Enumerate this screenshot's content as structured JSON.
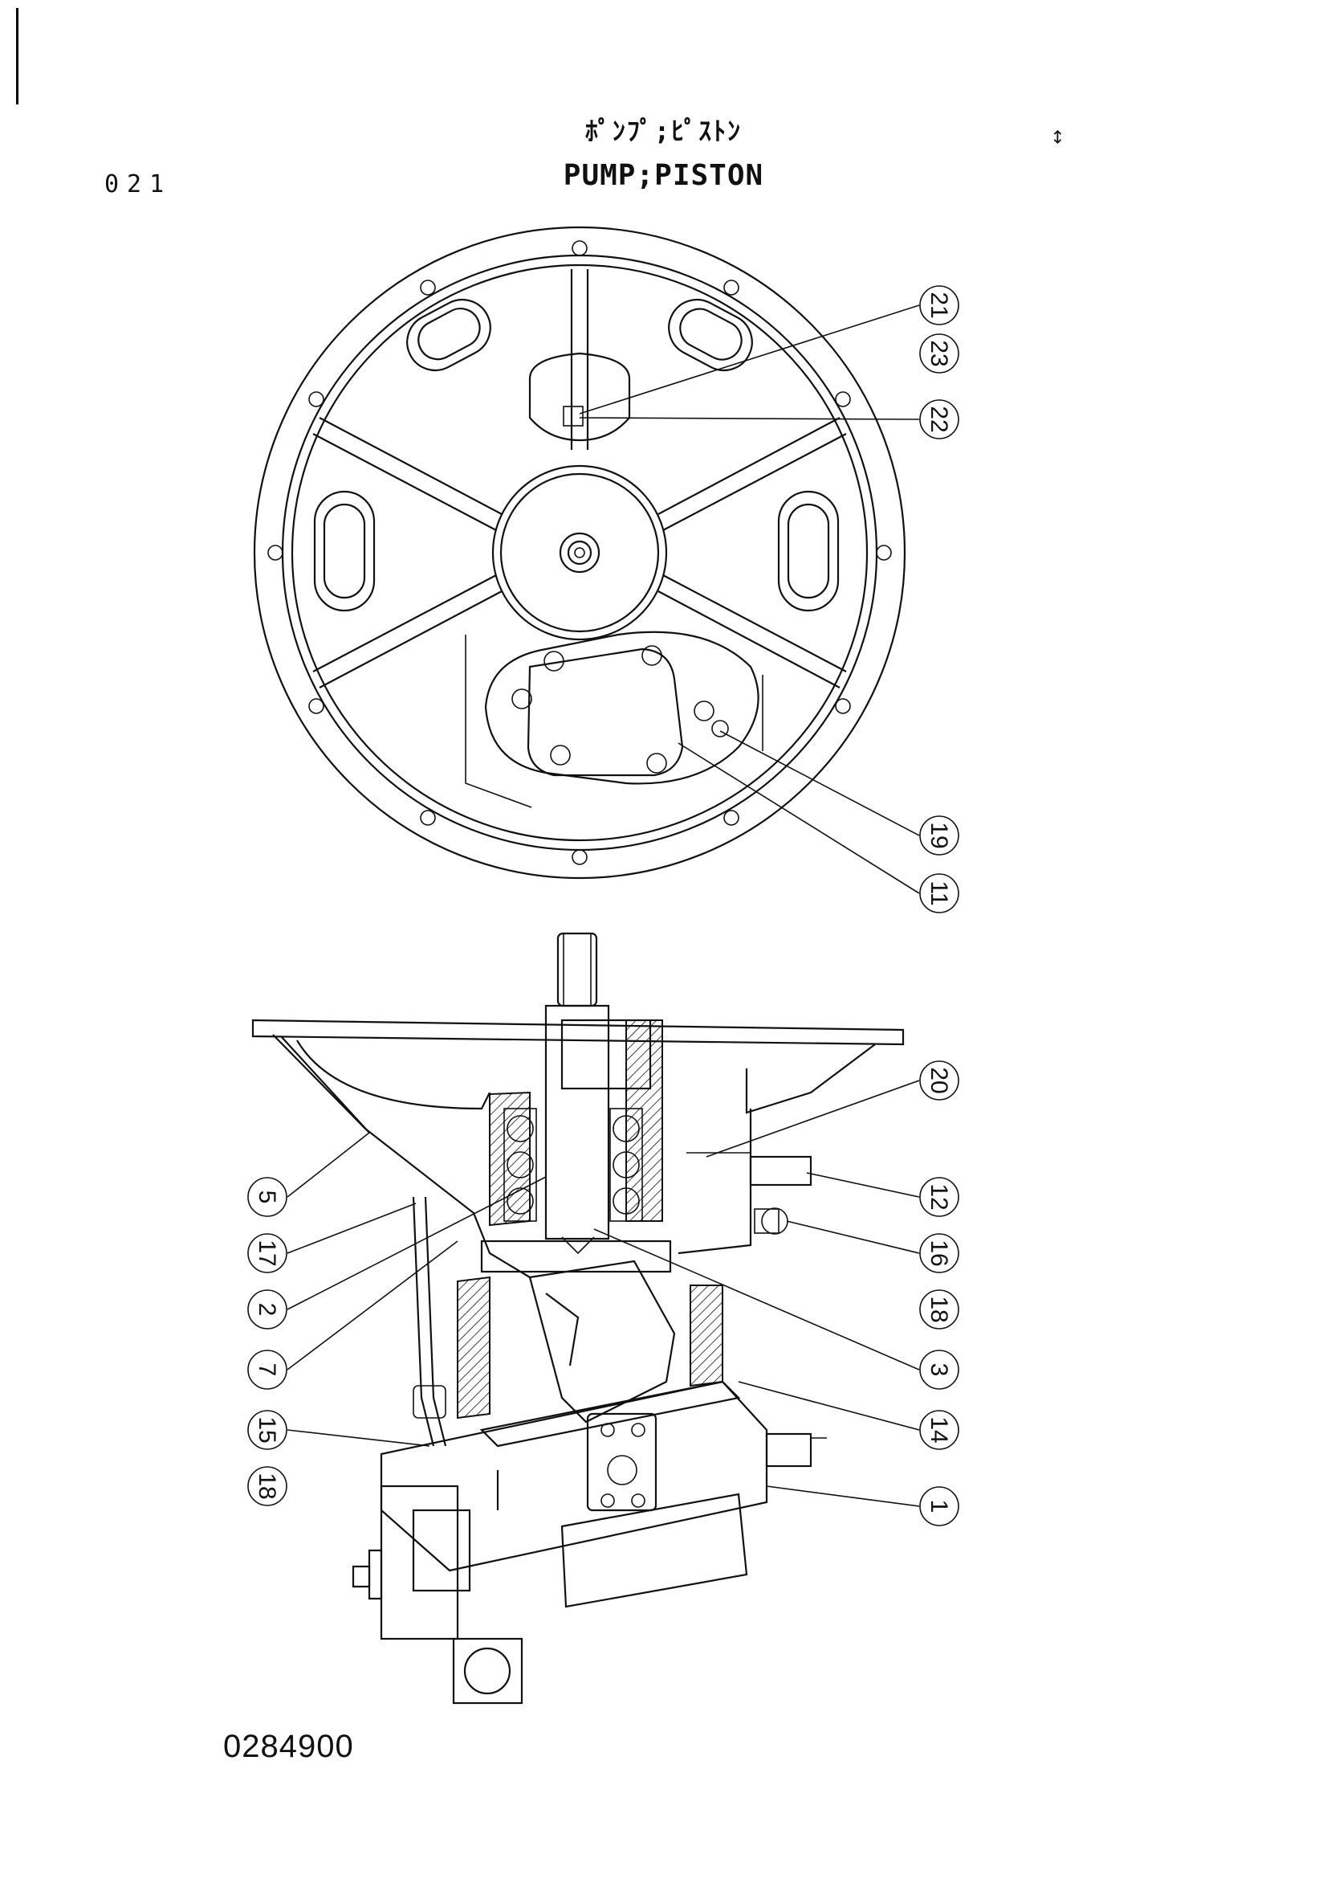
{
  "header": {
    "title_jp": "ﾎﾟﾝﾌﾟ;ﾋﾟｽﾄﾝ",
    "title_en": "PUMP;PISTON",
    "page_number": "021",
    "corner_mark": "↔"
  },
  "drawing_number": "0284900",
  "callouts_top": [
    {
      "id": "c21",
      "label": "21"
    },
    {
      "id": "c23",
      "label": "23"
    },
    {
      "id": "c22",
      "label": "22"
    },
    {
      "id": "c19",
      "label": "19"
    },
    {
      "id": "c11",
      "label": "11"
    }
  ],
  "callouts_side_left": [
    {
      "id": "c5",
      "label": "5"
    },
    {
      "id": "c17",
      "label": "17"
    },
    {
      "id": "c2",
      "label": "2"
    },
    {
      "id": "c7",
      "label": "7"
    },
    {
      "id": "c15",
      "label": "15"
    },
    {
      "id": "c18a",
      "label": "18"
    }
  ],
  "callouts_side_right": [
    {
      "id": "c20",
      "label": "20"
    },
    {
      "id": "c12",
      "label": "12"
    },
    {
      "id": "c16",
      "label": "16"
    },
    {
      "id": "c18b",
      "label": "18"
    },
    {
      "id": "c3",
      "label": "3"
    },
    {
      "id": "c14",
      "label": "14"
    },
    {
      "id": "c1",
      "label": "1"
    }
  ]
}
